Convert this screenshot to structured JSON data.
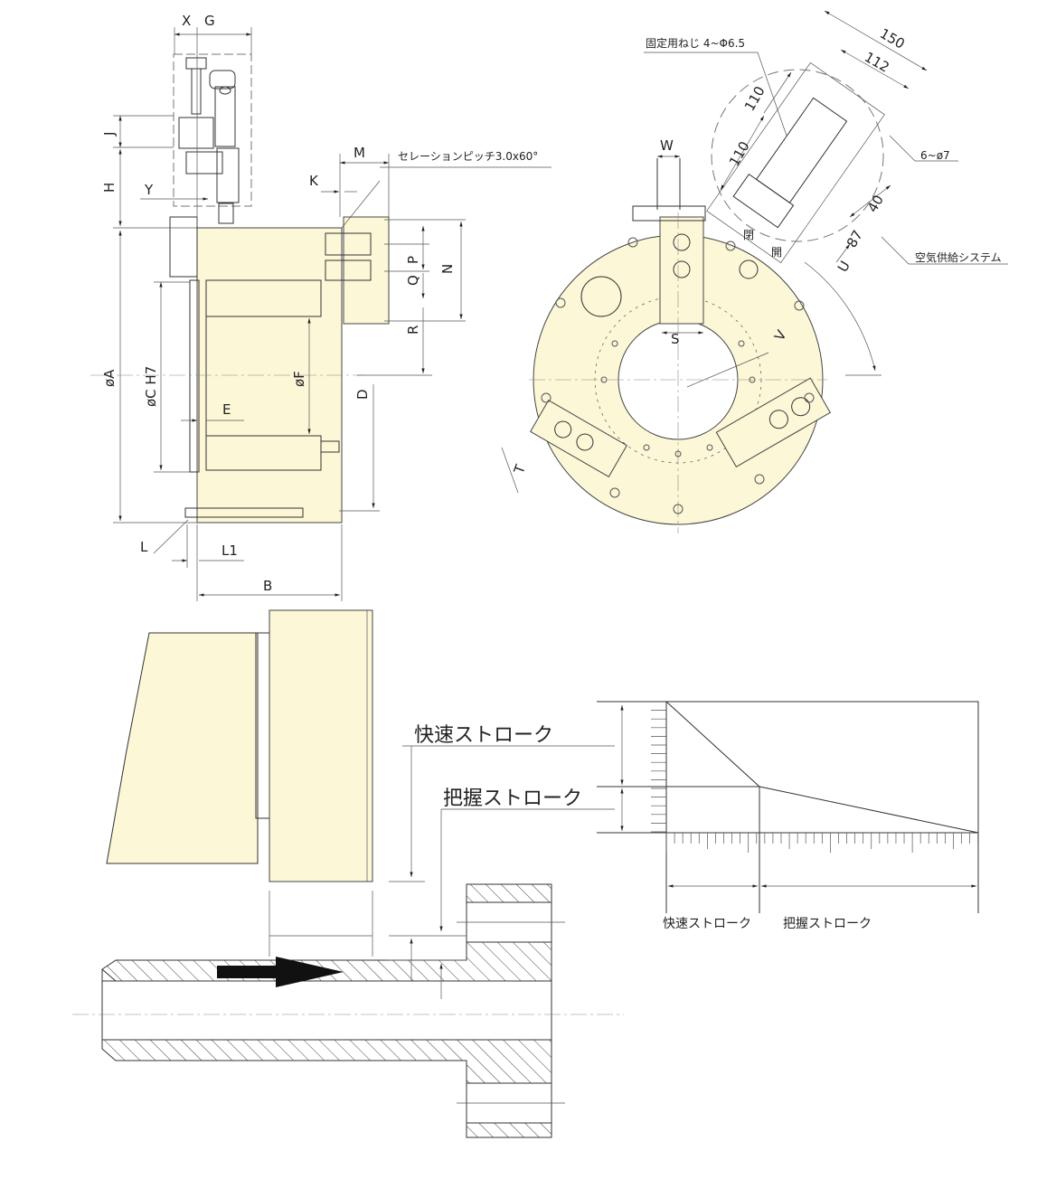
{
  "colors": {
    "body_fill": "#fcf7d7",
    "line": "#333333",
    "hatch": "#444444"
  },
  "side_view": {
    "labels": {
      "X": "X",
      "G": "G",
      "J": "J",
      "H": "H",
      "Y": "Y",
      "K": "K",
      "M": "M",
      "P": "P",
      "Q": "Q",
      "N": "N",
      "R": "R",
      "D": "D",
      "E": "E",
      "phiA": "øA",
      "phiC": "øC  H7",
      "phiF": "øF",
      "L": "L",
      "L1": "L1",
      "B": "B"
    },
    "serration_note": "セレーションピッチ3.0x60°"
  },
  "front_view": {
    "labels": {
      "W": "W",
      "S": "S",
      "V": "V",
      "U": "U",
      "T": "T",
      "close": "閉",
      "open": "開"
    },
    "dims": {
      "d150": "150",
      "d112": "112",
      "d110a": "110",
      "d110b": "110",
      "d40": "40",
      "d87": "87"
    },
    "notes": {
      "screw": "固定用ねじ 4~Φ6.5",
      "holes": "6~ø7",
      "air": "空気供給システム"
    }
  },
  "stroke_diagram": {
    "fast_stroke": "快速ストローク",
    "grip_stroke": "把握ストローク",
    "graph_fast_label": "快速ストローク",
    "graph_grip_label": "把握ストローク"
  }
}
